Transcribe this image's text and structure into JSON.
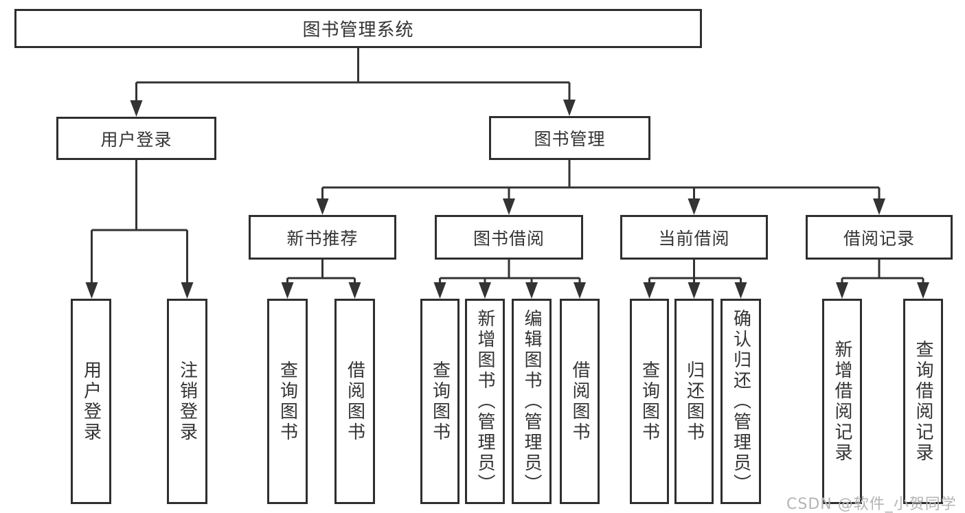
{
  "diagram": {
    "type": "hierarchy-diagram",
    "title": "图书管理系统",
    "watermark": "CSDN @软件_小贺同学",
    "colors": {
      "line": "#333333",
      "box_border": "#2e2e2e",
      "box_fill": "#ffffff",
      "text": "#333333",
      "watermark": "#b4b4b4",
      "background": "#ffffff"
    },
    "root": {
      "label": "图书管理系统"
    },
    "level2": [
      {
        "label": "用户登录",
        "parent": "图书管理系统"
      },
      {
        "label": "图书管理",
        "parent": "图书管理系统"
      }
    ],
    "level3": [
      {
        "label": "新书推荐",
        "parent": "图书管理"
      },
      {
        "label": "图书借阅",
        "parent": "图书管理"
      },
      {
        "label": "当前借阅",
        "parent": "图书管理"
      },
      {
        "label": "借阅记录",
        "parent": "图书管理"
      }
    ],
    "leaves": [
      {
        "label": "用户登录",
        "parent": "用户登录"
      },
      {
        "label": "注销登录",
        "parent": "用户登录"
      },
      {
        "label": "查询图书",
        "parent": "新书推荐"
      },
      {
        "label": "借阅图书",
        "parent": "新书推荐"
      },
      {
        "label": "查询图书",
        "parent": "图书借阅"
      },
      {
        "label": "新增图书（管理员）",
        "parent": "图书借阅"
      },
      {
        "label": "编辑图书（管理员）",
        "parent": "图书借阅"
      },
      {
        "label": "借阅图书",
        "parent": "图书借阅"
      },
      {
        "label": "查询图书",
        "parent": "当前借阅"
      },
      {
        "label": "归还图书",
        "parent": "当前借阅"
      },
      {
        "label": "确认归还（管理员）",
        "parent": "当前借阅"
      },
      {
        "label": "新增借阅记录",
        "parent": "借阅记录"
      },
      {
        "label": "查询借阅记录",
        "parent": "借阅记录"
      }
    ]
  }
}
